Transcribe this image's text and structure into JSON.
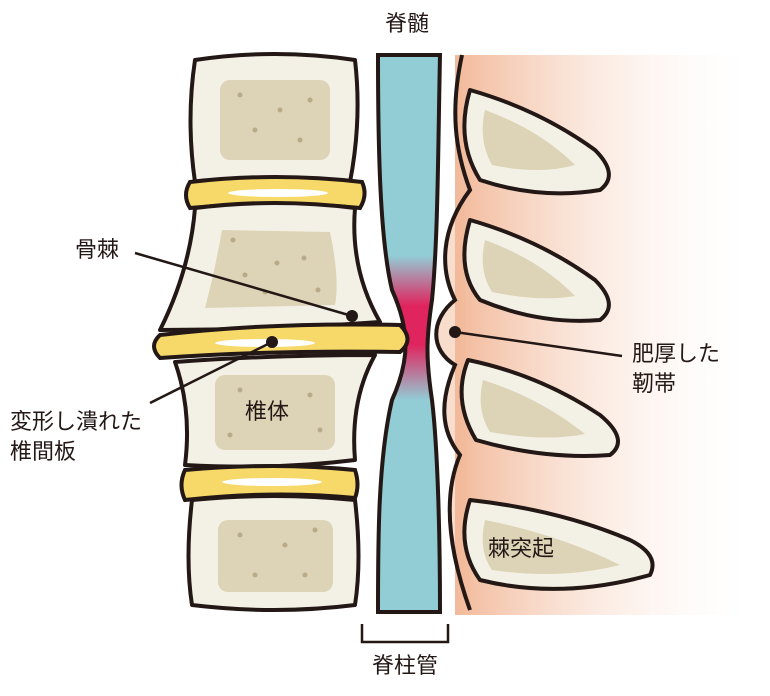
{
  "title": "脊柱管狭窄の図",
  "labels": {
    "spinal_cord": "脊髄",
    "osteophyte": "骨棘",
    "disc_line1": "変形し潰れた",
    "disc_line2": "椎間板",
    "vertebral_body": "椎体",
    "ligament_line1": "肥厚した",
    "ligament_line2": "靭帯",
    "spinous_process": "棘突起",
    "spinal_canal": "脊柱管"
  },
  "colors": {
    "bone": "#f3f1e6",
    "bone_inner": "#ddd3b6",
    "disc": "#f7d96a",
    "spinal_cord": "#92cdd6",
    "compression": "#e0245e",
    "ligament": "#f2b99a",
    "outline": "#231815"
  }
}
